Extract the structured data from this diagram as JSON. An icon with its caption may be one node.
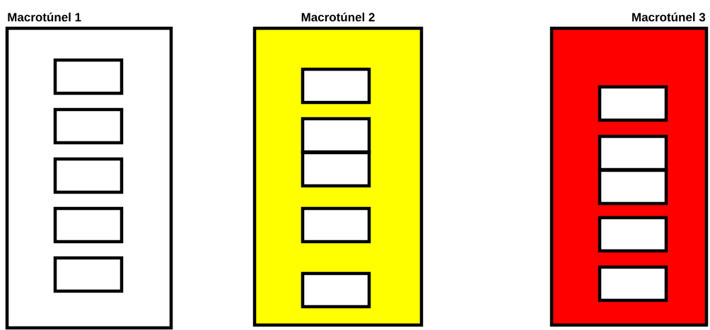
{
  "diagram": {
    "nodes": [
      {
        "text": [
          "Macrotúnel 1"
        ]
      },
      {
        "text": [],
        "shape": "box",
        "in": 0
      },
      {
        "text": [],
        "shape": "box",
        "in": 0
      },
      {
        "text": [],
        "shape": "box",
        "in": 0
      },
      {
        "text": [],
        "shape": "box",
        "in": 0
      },
      {
        "text": [],
        "shape": "box",
        "in": 0
      },
      {
        "text": [
          "Macrotúnel 2"
        ]
      },
      {
        "text": [],
        "shape": "box",
        "in": 6
      },
      {
        "text": [],
        "shape": "box",
        "in": 6
      },
      {
        "text": [],
        "shape": "box",
        "in": 6
      },
      {
        "text": [],
        "shape": "box",
        "in": 6
      },
      {
        "text": [],
        "shape": "box",
        "in": 6
      },
      {
        "text": [
          "Macrotúnel 3"
        ]
      },
      {
        "text": [],
        "shape": "box",
        "in": 12
      },
      {
        "text": [],
        "shape": "box",
        "in": 12
      },
      {
        "text": [],
        "shape": "box",
        "in": 12
      },
      {
        "text": [],
        "shape": "box",
        "in": 12
      },
      {
        "text": [],
        "shape": "box",
        "in": 12
      }
    ]
  }
}
